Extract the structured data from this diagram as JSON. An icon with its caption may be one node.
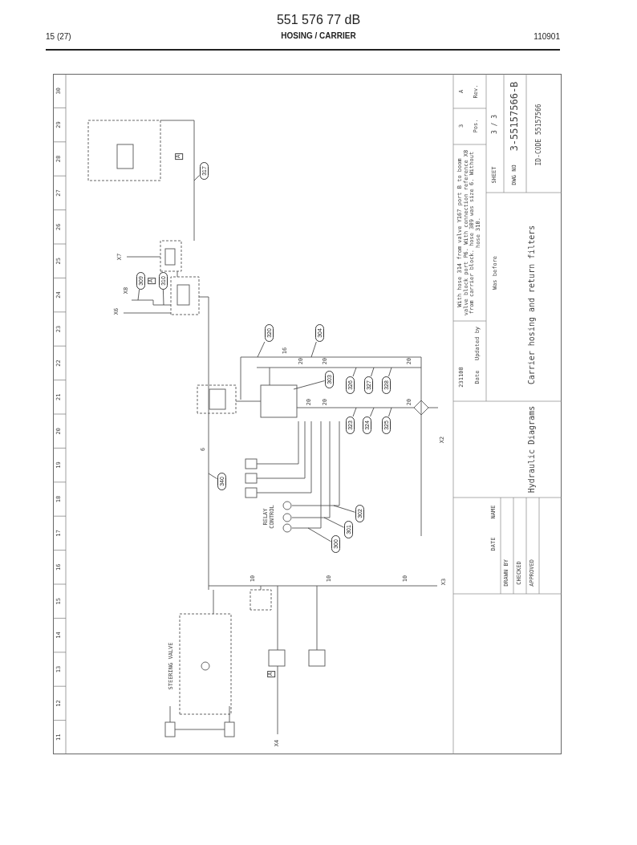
{
  "diagram": {
    "title": "HOSING / CARRIER",
    "nodes": [
      {
        "text": [
          "300"
        ]
      },
      {
        "text": [
          "301"
        ]
      },
      {
        "text": [
          "302"
        ]
      },
      {
        "text": [
          "303"
        ]
      },
      {
        "text": [
          "304"
        ]
      },
      {
        "text": [
          "309"
        ]
      },
      {
        "text": [
          "310"
        ]
      },
      {
        "text": [
          "317"
        ]
      },
      {
        "text": [
          "320"
        ]
      },
      {
        "text": [
          "323"
        ]
      },
      {
        "text": [
          "324"
        ]
      },
      {
        "text": [
          "325"
        ]
      },
      {
        "text": [
          "326"
        ]
      },
      {
        "text": [
          "327"
        ]
      },
      {
        "text": [
          "328"
        ]
      },
      {
        "text": [
          "340"
        ]
      }
    ],
    "edges": [
      {
        "from": 0,
        "to": null,
        "arrow": "none"
      },
      {
        "from": 1,
        "to": null,
        "arrow": "none"
      },
      {
        "from": 2,
        "to": null,
        "arrow": "none"
      },
      {
        "from": 3,
        "to": null,
        "arrow": "none"
      },
      {
        "from": 4,
        "to": null,
        "arrow": "none"
      },
      {
        "from": 5,
        "to": null,
        "arrow": "none"
      },
      {
        "from": 6,
        "to": null,
        "arrow": "none"
      },
      {
        "from": 7,
        "to": null,
        "arrow": "none"
      },
      {
        "from": 8,
        "to": null,
        "arrow": "none"
      },
      {
        "from": 9,
        "to": null,
        "arrow": "none"
      },
      {
        "from": 10,
        "to": null,
        "arrow": "none"
      },
      {
        "from": 11,
        "to": null,
        "arrow": "none"
      },
      {
        "from": 12,
        "to": null,
        "arrow": "none"
      },
      {
        "from": 13,
        "to": null,
        "arrow": "none"
      },
      {
        "from": 14,
        "to": null,
        "arrow": "none"
      },
      {
        "from": 15,
        "to": null,
        "arrow": "none"
      }
    ],
    "labels": [
      "551 576 77 dB",
      "15 (27)",
      "110901",
      "11",
      "12",
      "13",
      "14",
      "15",
      "16",
      "17",
      "18",
      "19",
      "20",
      "21",
      "22",
      "23",
      "24",
      "25",
      "26",
      "27",
      "28",
      "29",
      "30",
      "X6",
      "X7",
      "X8",
      "A",
      "A",
      "X2",
      "X3",
      "X4",
      "A",
      "STEERING VALVE",
      "RELAY CONTROL",
      "16",
      "20",
      "20",
      "20",
      "20",
      "20",
      "20",
      "10",
      "10",
      "10",
      "6",
      "Date",
      "231108",
      "Updated by",
      "With hose 314 from valve Y167 port B to boom valve block port P6. With connection reference X8 from carrier block. hose 309 was size 6. Without hose 310.",
      "Was before",
      "3",
      "A",
      "Pos.",
      "Rev.",
      "Carrier hosing and return filters",
      "SHEET",
      "3 / 3",
      "DWG NO",
      "3-55157566-B",
      "ID-CODE 55157566",
      "DATE",
      "NAME",
      "DRAWN BY",
      "CHECKED",
      "APPROVED",
      "Hydraulic Diagrams"
    ]
  }
}
